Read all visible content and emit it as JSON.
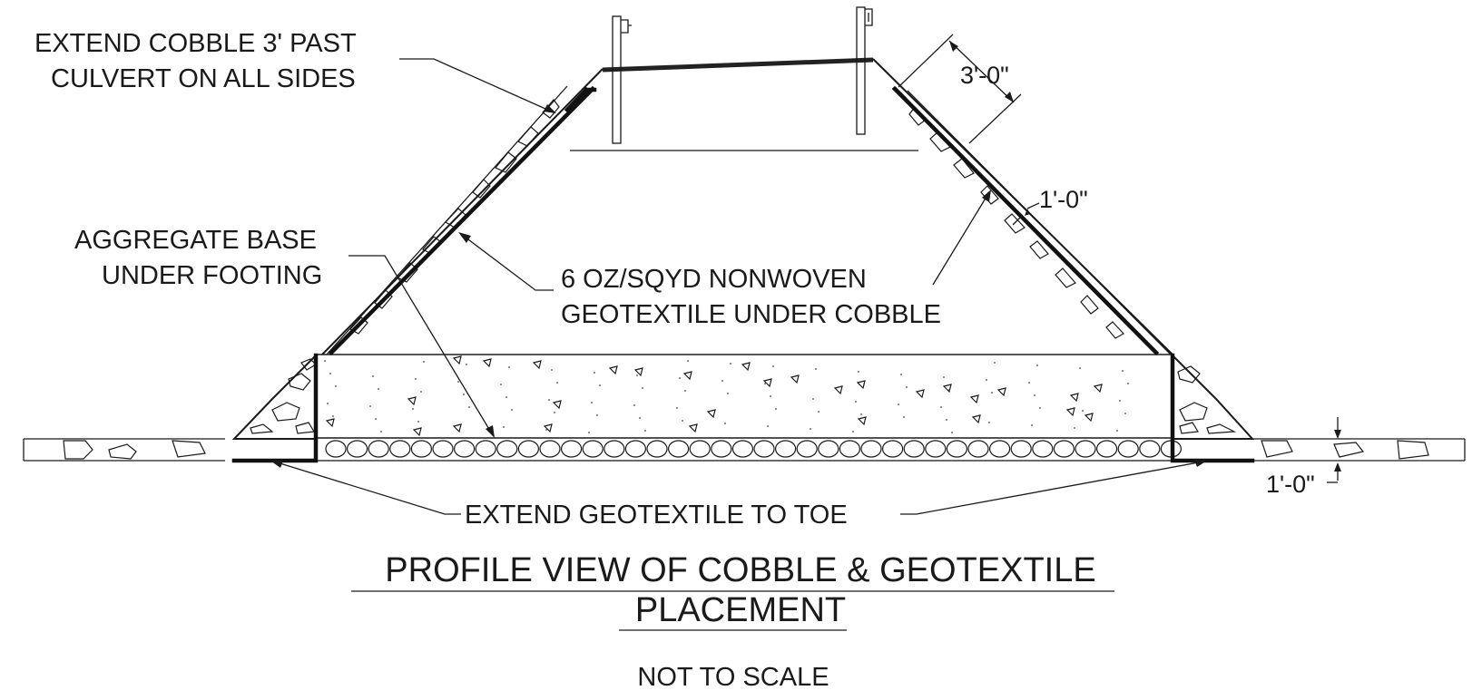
{
  "notes": {
    "extend_cobble": [
      "EXTEND COBBLE 3' PAST",
      "CULVERT ON ALL SIDES"
    ],
    "aggregate_base": [
      "AGGREGATE BASE",
      "UNDER FOOTING"
    ],
    "geotextile": [
      "6 OZ/SQYD NONWOVEN",
      "GEOTEXTILE UNDER COBBLE"
    ],
    "extend_geotextile": "EXTEND GEOTEXTILE TO TOE"
  },
  "dimensions": {
    "cobble_extension": "3'-0\"",
    "cobble_thickness_slope": "1'-0\"",
    "cobble_thickness_toe": "1'-0\""
  },
  "title": [
    "PROFILE VIEW OF COBBLE & GEOTEXTILE",
    "PLACEMENT"
  ],
  "scale_note": "NOT TO SCALE"
}
